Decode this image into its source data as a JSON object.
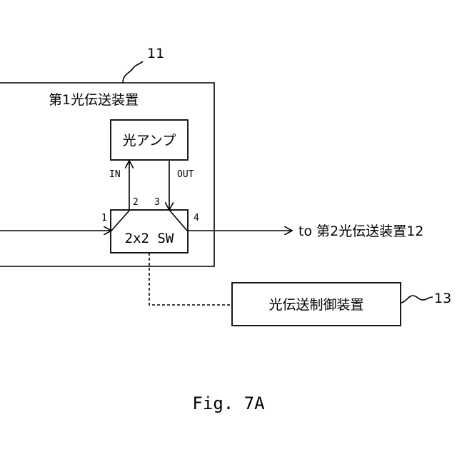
{
  "device1": {
    "ref": "11",
    "title": "第1光伝送装置"
  },
  "amp": {
    "label": "光アンプ",
    "in_label": "IN",
    "out_label": "OUT"
  },
  "switch": {
    "label": "2x2 SW",
    "port1": "1",
    "port2": "2",
    "port3": "3",
    "port4": "4"
  },
  "output": {
    "label": "to 第2光伝送装置12"
  },
  "controller": {
    "ref": "13",
    "label": "光伝送制御装置"
  },
  "caption": "Fig. 7A"
}
